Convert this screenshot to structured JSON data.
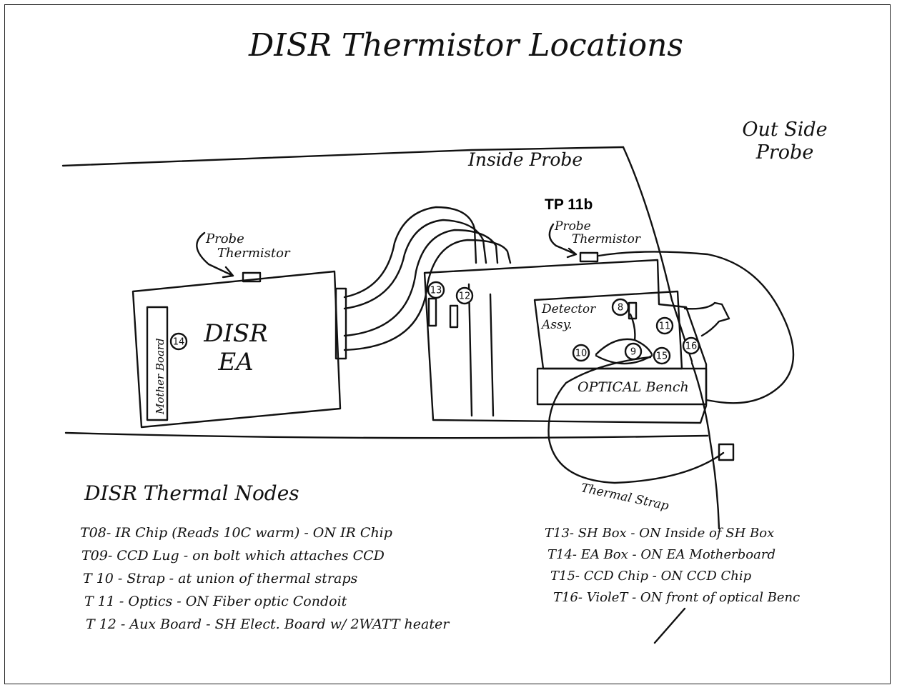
{
  "title": "DISR Thermistor Locations",
  "regions": {
    "outside": "Out Side\nProbe",
    "inside": "Inside Probe"
  },
  "typed_label": "TP 11b",
  "callouts": {
    "probe_thermistor_left": "Probe\nThermistor",
    "probe_thermistor_right": "Probe\nThermistor",
    "thermal_strap": "Thermal Strap"
  },
  "components": {
    "disr_ea": "DISR\nEA",
    "mother_board": "Mother Board",
    "detector_assy": "Detector\nAssy.",
    "optical_bench": "OPTICAL Bench"
  },
  "node_markers": [
    "14",
    "13",
    "12",
    "8",
    "11",
    "10",
    "9",
    "15",
    "16"
  ],
  "nodes_heading": "DISR Thermal Nodes",
  "nodes_left": [
    "T08- IR Chip (Reads 10C warm) - ON IR Chip",
    "T09- CCD Lug - on bolt which attaches CCD",
    "T 10 - Strap - at union of thermal straps",
    "T 11 - Optics - ON Fiber optic Condoit",
    "T 12 - Aux Board - SH Elect. Board w/ 2WATT heater"
  ],
  "nodes_right": [
    "T13- SH Box - ON Inside of SH Box",
    "T14- EA Box - ON EA Motherboard",
    "T15- CCD Chip - ON CCD Chip",
    "T16- VioleT - ON front of optical Benc"
  ]
}
